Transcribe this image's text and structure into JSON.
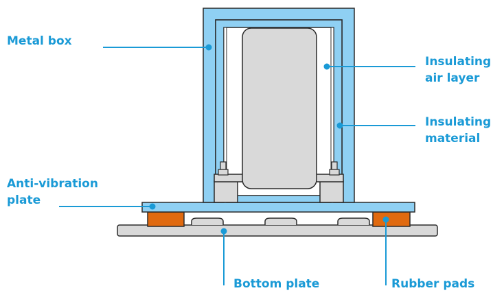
{
  "labels": {
    "metal_box": "Metal box",
    "insulating_air_layer": [
      "Insulating",
      "air layer"
    ],
    "insulating_material": [
      "Insulating",
      "material"
    ],
    "anti_vibration_plate": [
      "Anti-vibration",
      "plate"
    ],
    "bottom_plate": "Bottom plate",
    "rubber_pads": "Rubber pads"
  },
  "colors": {
    "label_blue": "#1a9ad6",
    "metal_blue": "#8fd0f3",
    "outline": "#2b2b2b",
    "device_grey": "#d9d9d9",
    "rubber_orange": "#e06a10"
  }
}
